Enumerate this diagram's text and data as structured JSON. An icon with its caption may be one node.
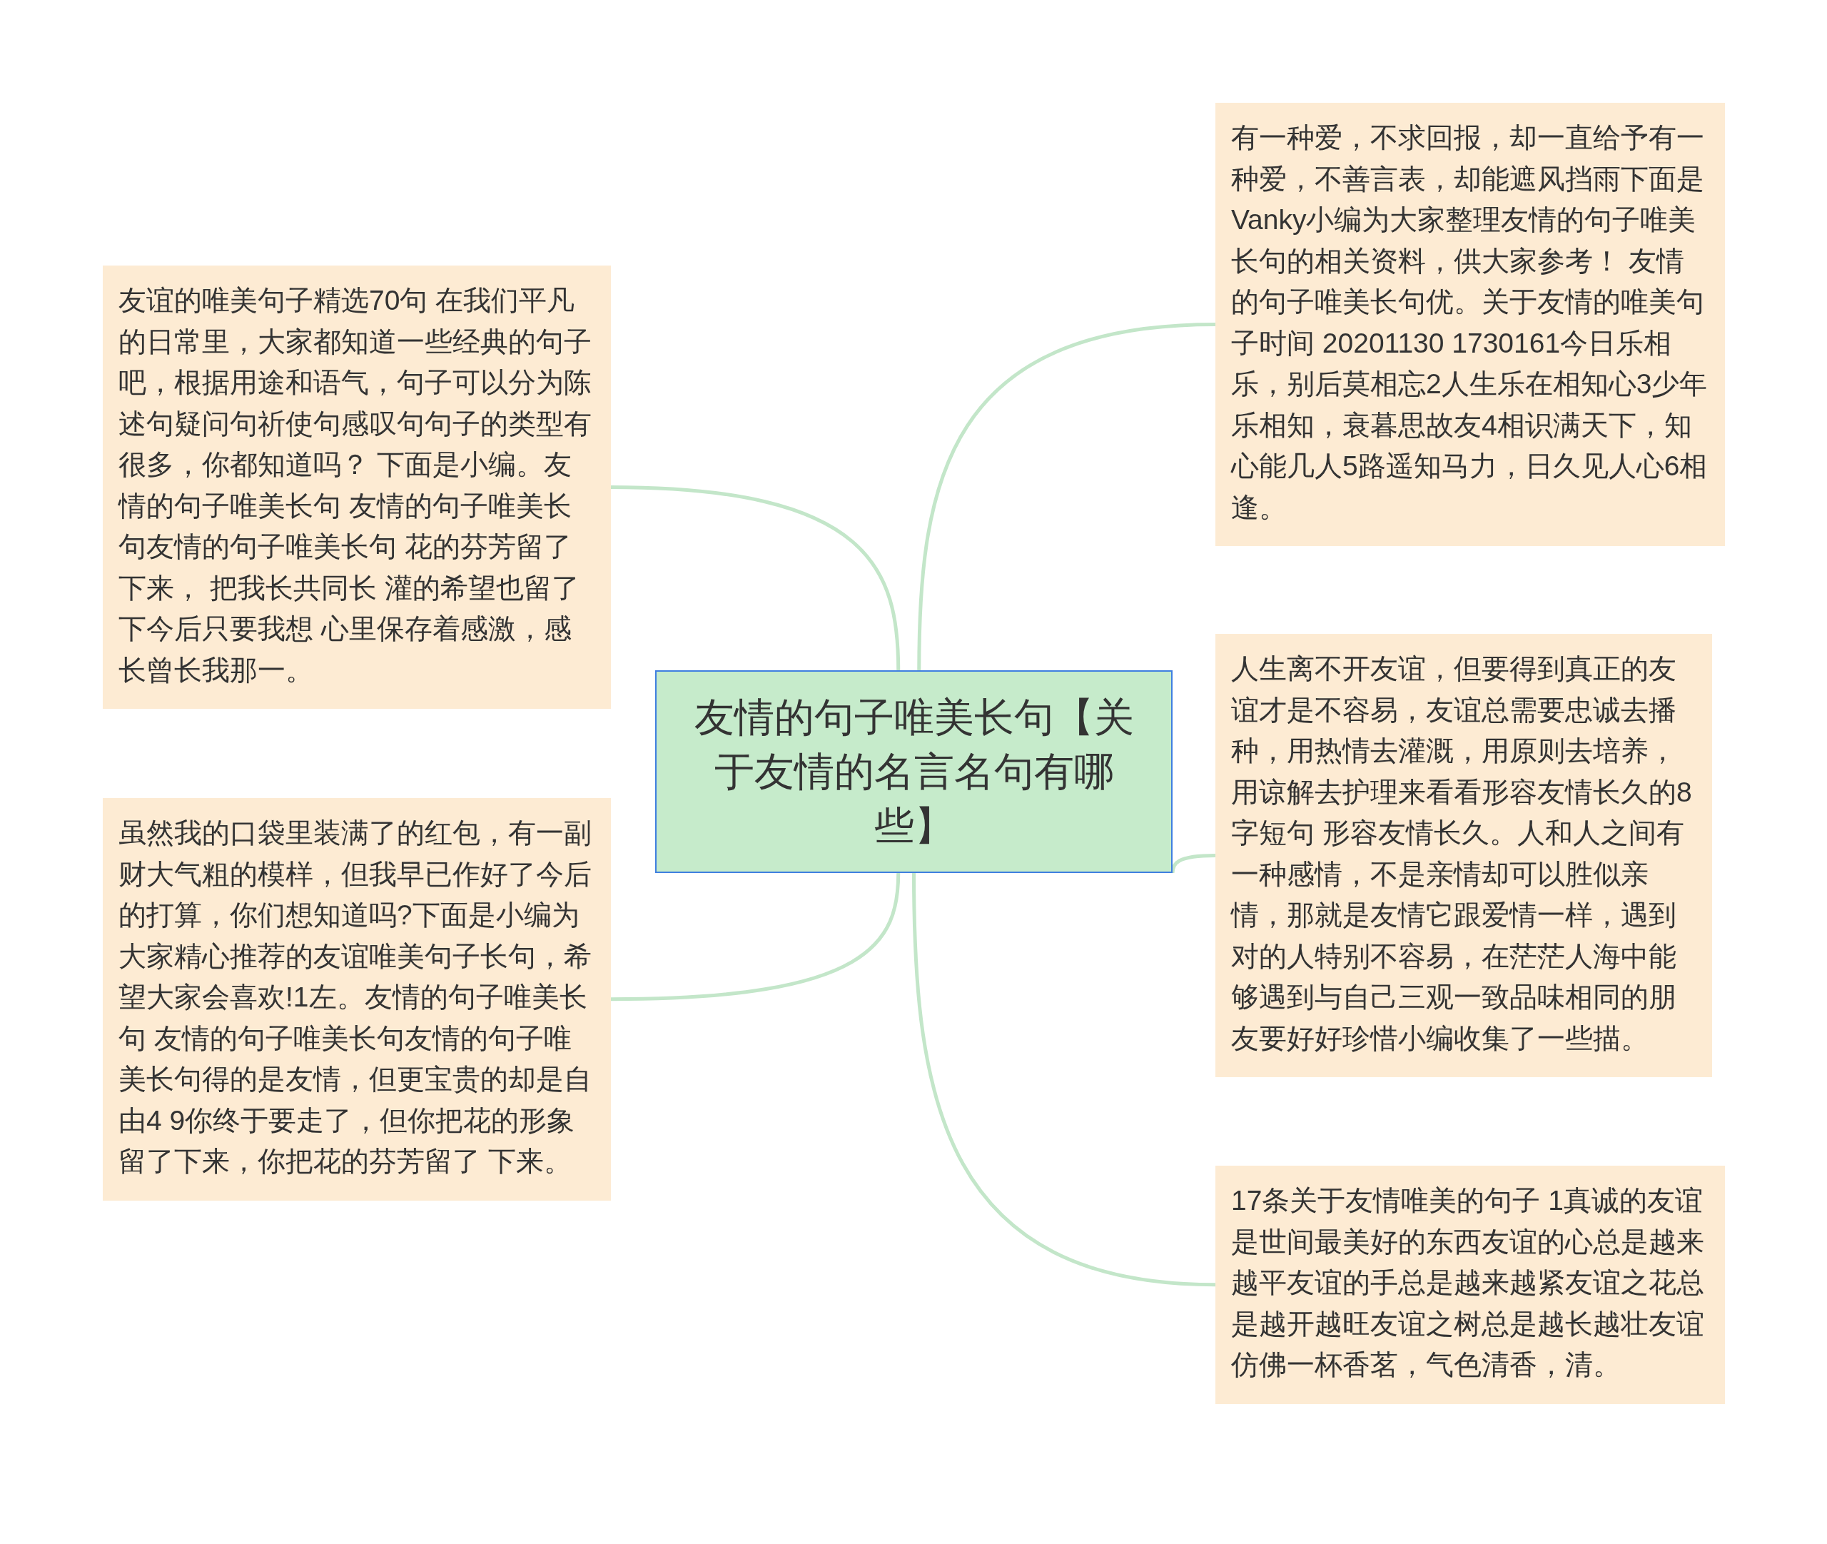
{
  "diagram": {
    "nodes": [
      {
        "text": [
          "友情的句子唯美长句【关于友情的名言名句有哪些】"
        ]
      },
      {
        "text": [
          "友谊的唯美句子精选70句 在我们平凡的日常里，大家都知道一些经典的句子吧，根据用途和语气，句子可以分为陈述句疑问句祈使句感叹句句子的类型有很多，你都知道吗？ 下面是小编。友情的句子唯美长句 友情的句子唯美长句友情的句子唯美长句 花的芬芳留了下来， 把我长共同长 灌的希望也留了下今后只要我想 心里保存着感激，感长曾长我那一。"
        ]
      },
      {
        "text": [
          "虽然我的口袋里装满了的红包，有一副财大气粗的模样，但我早已作好了今后的打算，你们想知道吗?下面是小编为大家精心推荐的友谊唯美句子长句，希望大家会喜欢!1左。友情的句子唯美长句 友情的句子唯美长句友情的句子唯美长句得的是友情，但更宝贵的却是自由4 9你终于要走了，但你把花的形象留了下来，你把花的芬芳留了 下来。"
        ]
      },
      {
        "text": [
          "有一种爱，不求回报，却一直给予有一种爱，不善言表，却能遮风挡雨下面是Vanky小编为大家整理友情的句子唯美长句的相关资料，供大家参考！ 友情的句子唯美长句优。关于友情的唯美句子时间 20201130 1730161今日乐相乐，别后莫相忘2人生乐在相知心3少年乐相知，衰暮思故友4相识满天下，知心能几人5路遥知马力，日久见人心6相逢。"
        ]
      },
      {
        "text": [
          "人生离不开友谊，但要得到真正的友谊才是不容易，友谊总需要忠诚去播种，用热情去灌溉，用原则去培养，用谅解去护理来看看形容友情长久的8字短句 形容友情长久。人和人之间有一种感情，不是亲情却可以胜似亲情，那就是友情它跟爱情一样，遇到对的人特别不容易，在茫茫人海中能够遇到与自己三观一致品味相同的朋友要好好珍惜小编收集了一些描。"
        ]
      },
      {
        "text": [
          "17条关于友情唯美的句子 1真诚的友谊是世间最美好的东西友谊的心总是越来越平友谊的手总是越来越紧友谊之花总是越开越旺友谊之树总是越长越壮友谊仿佛一杯香茗，气色清香，清。"
        ]
      }
    ],
    "edges": [
      {
        "from": 0,
        "to": 1,
        "arrow": "none"
      },
      {
        "from": 0,
        "to": 2,
        "arrow": "none"
      },
      {
        "from": 0,
        "to": 3,
        "arrow": "none"
      },
      {
        "from": 0,
        "to": 4,
        "arrow": "none"
      },
      {
        "from": 0,
        "to": 5,
        "arrow": "none"
      }
    ]
  }
}
